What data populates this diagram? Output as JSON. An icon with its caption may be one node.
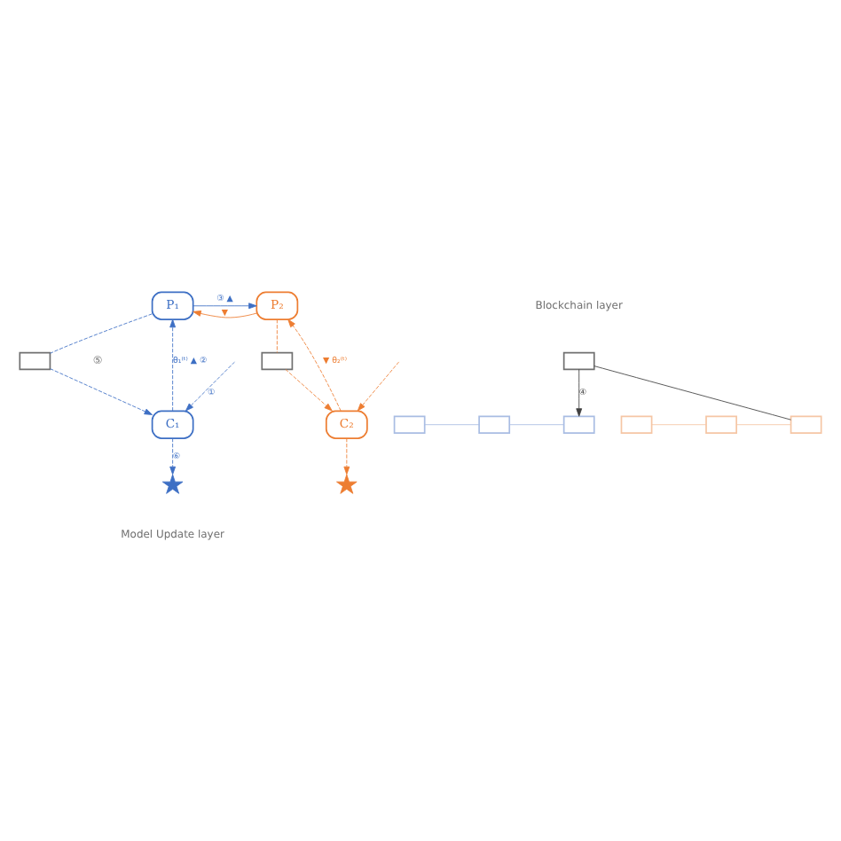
{
  "diagram": {
    "nodes": [
      {
        "text": [
          "P₁"
        ]
      },
      {
        "text": [
          "P₂"
        ]
      },
      {
        "text": [
          "C₁"
        ]
      },
      {
        "text": [
          "C₂"
        ]
      },
      {
        "text": [],
        "shape": "box"
      },
      {
        "text": [],
        "shape": "box"
      },
      {
        "text": [],
        "shape": "box"
      },
      {
        "text": [],
        "shape": "box"
      },
      {
        "text": [],
        "shape": "star"
      },
      {
        "text": [],
        "shape": "star"
      },
      {
        "text": [],
        "shape": "box"
      },
      {
        "text": [],
        "shape": "box"
      },
      {
        "text": [],
        "shape": "box"
      },
      {
        "text": [],
        "shape": "box"
      },
      {
        "text": [],
        "shape": "box"
      }
    ],
    "edges": [
      {
        "from": 10,
        "to": 11,
        "arrow": "none",
        "color": "#a9bde3"
      },
      {
        "from": 11,
        "to": 5,
        "arrow": "none",
        "color": "#a9bde3"
      },
      {
        "from": 12,
        "to": 13,
        "arrow": "none",
        "color": "#f5c6a5"
      },
      {
        "from": 13,
        "to": 14,
        "arrow": "none",
        "color": "#f5c6a5"
      },
      {
        "from": 14,
        "to": 4,
        "arrow": "none",
        "color": "#404040"
      },
      {
        "from": 4,
        "to": 5,
        "arrow": "to",
        "label": "④",
        "color": "#404040"
      },
      {
        "from": 0,
        "to": 1,
        "arrow": "to",
        "label": "③ ▲",
        "color": "#3d6fc4"
      },
      {
        "from": 1,
        "to": 0,
        "arrow": "to",
        "label": "▼",
        "color": "#ed7d31"
      },
      {
        "from": 2,
        "to": 0,
        "arrow": "to",
        "label": "θ₁⁽ᵗ⁾ ▲ ②",
        "style": "dashed",
        "color": "#3d6fc4"
      },
      {
        "from": 0,
        "to": 6,
        "arrow": "none",
        "style": "dashed",
        "color": "#3d6fc4"
      },
      {
        "from": 6,
        "to": 2,
        "arrow": "to",
        "style": "dashed",
        "color": "#3d6fc4"
      },
      {
        "from": 1,
        "to": 7,
        "arrow": "none",
        "style": "dashed",
        "color": "#ed7d31"
      },
      {
        "from": 7,
        "to": 3,
        "arrow": "to",
        "style": "dashed",
        "color": "#ed7d31"
      },
      {
        "from": 3,
        "to": 1,
        "arrow": "to",
        "label": "▼ θ₂⁽ᵗ⁾",
        "style": "dashed",
        "color": "#ed7d31"
      },
      {
        "from": null,
        "to": 2,
        "arrow": "to",
        "label": "①",
        "style": "dashed",
        "color": "#3d6fc4"
      },
      {
        "from": 2,
        "to": 8,
        "arrow": "to",
        "label": "⑥",
        "style": "dashed",
        "color": "#3d6fc4"
      },
      {
        "from": null,
        "to": 3,
        "arrow": "to",
        "style": "dashed",
        "color": "#ed7d31"
      },
      {
        "from": 3,
        "to": 9,
        "arrow": "to",
        "style": "dashed",
        "color": "#ed7d31"
      }
    ],
    "labels": [
      "Blockchain layer",
      "⑤",
      "Model Update layer"
    ]
  }
}
